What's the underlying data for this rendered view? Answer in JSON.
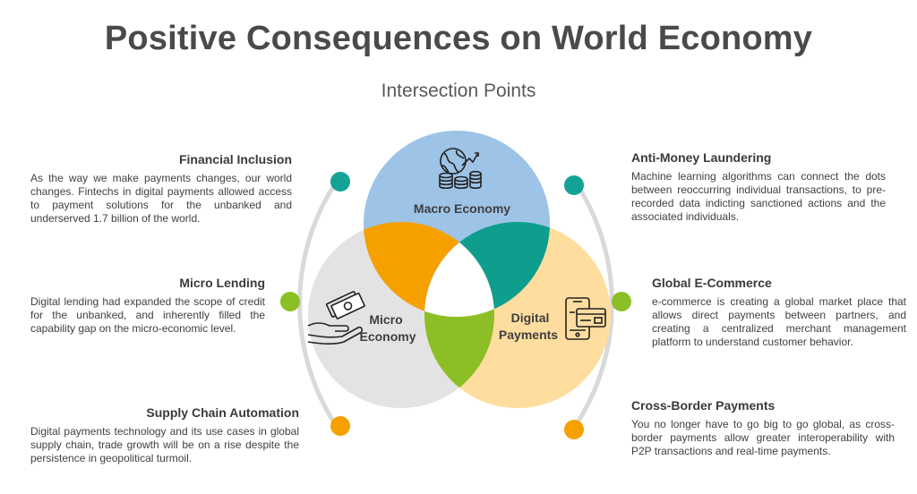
{
  "title": "Positive Consequences on World Economy",
  "subtitle": "Intersection Points",
  "circles": {
    "macro": {
      "label": "Macro Economy",
      "icon": "globe-coins-icon"
    },
    "micro": {
      "label_line1": "Micro",
      "label_line2": "Economy",
      "icon": "hand-cash-icon"
    },
    "digital": {
      "label_line1": "Digital",
      "label_line2": "Payments",
      "icon": "phone-card-icon"
    }
  },
  "colors": {
    "macro": "#9dc3e6",
    "micro": "#e3e3e3",
    "digital": "#ffdd9e",
    "overlap_macro_micro": "#f6a000",
    "overlap_macro_digital": "#0f9e8e",
    "overlap_micro_digital": "#8cbf26",
    "dot_teal": "#13a396",
    "dot_green": "#8cbf26",
    "dot_orange": "#f6a000",
    "arc": "#d9d9d9"
  },
  "points": {
    "financial_inclusion": {
      "heading": "Financial Inclusion",
      "body": "As the way we make payments changes, our world changes. Fintechs in digital payments allowed access to payment solutions for the unbanked and underserved 1.7 billion of the world."
    },
    "micro_lending": {
      "heading": "Micro Lending",
      "body": "Digital lending had expanded the scope of credit for the unbanked, and inherently filled the capability gap on the micro-economic level."
    },
    "supply_chain": {
      "heading": "Supply Chain Automation",
      "body": "Digital payments technology and its use cases in global supply chain, trade growth will be on a rise despite the persistence in geopolitical turmoil."
    },
    "anti_money_laundering": {
      "heading": "Anti-Money Laundering",
      "body": "Machine learning algorithms can connect the dots between reoccurring individual transactions, to pre-recorded data indicting sanctioned actions and the associated individuals."
    },
    "global_ecommerce": {
      "heading": "Global E-Commerce",
      "body": "e-commerce is creating a global market place that allows direct payments between partners, and creating a centralized merchant management platform to understand customer behavior."
    },
    "cross_border": {
      "heading": "Cross-Border Payments",
      "body": "You no longer have to go big to go global, as cross-border payments allow greater interoperability with P2P transactions and real-time payments."
    }
  }
}
